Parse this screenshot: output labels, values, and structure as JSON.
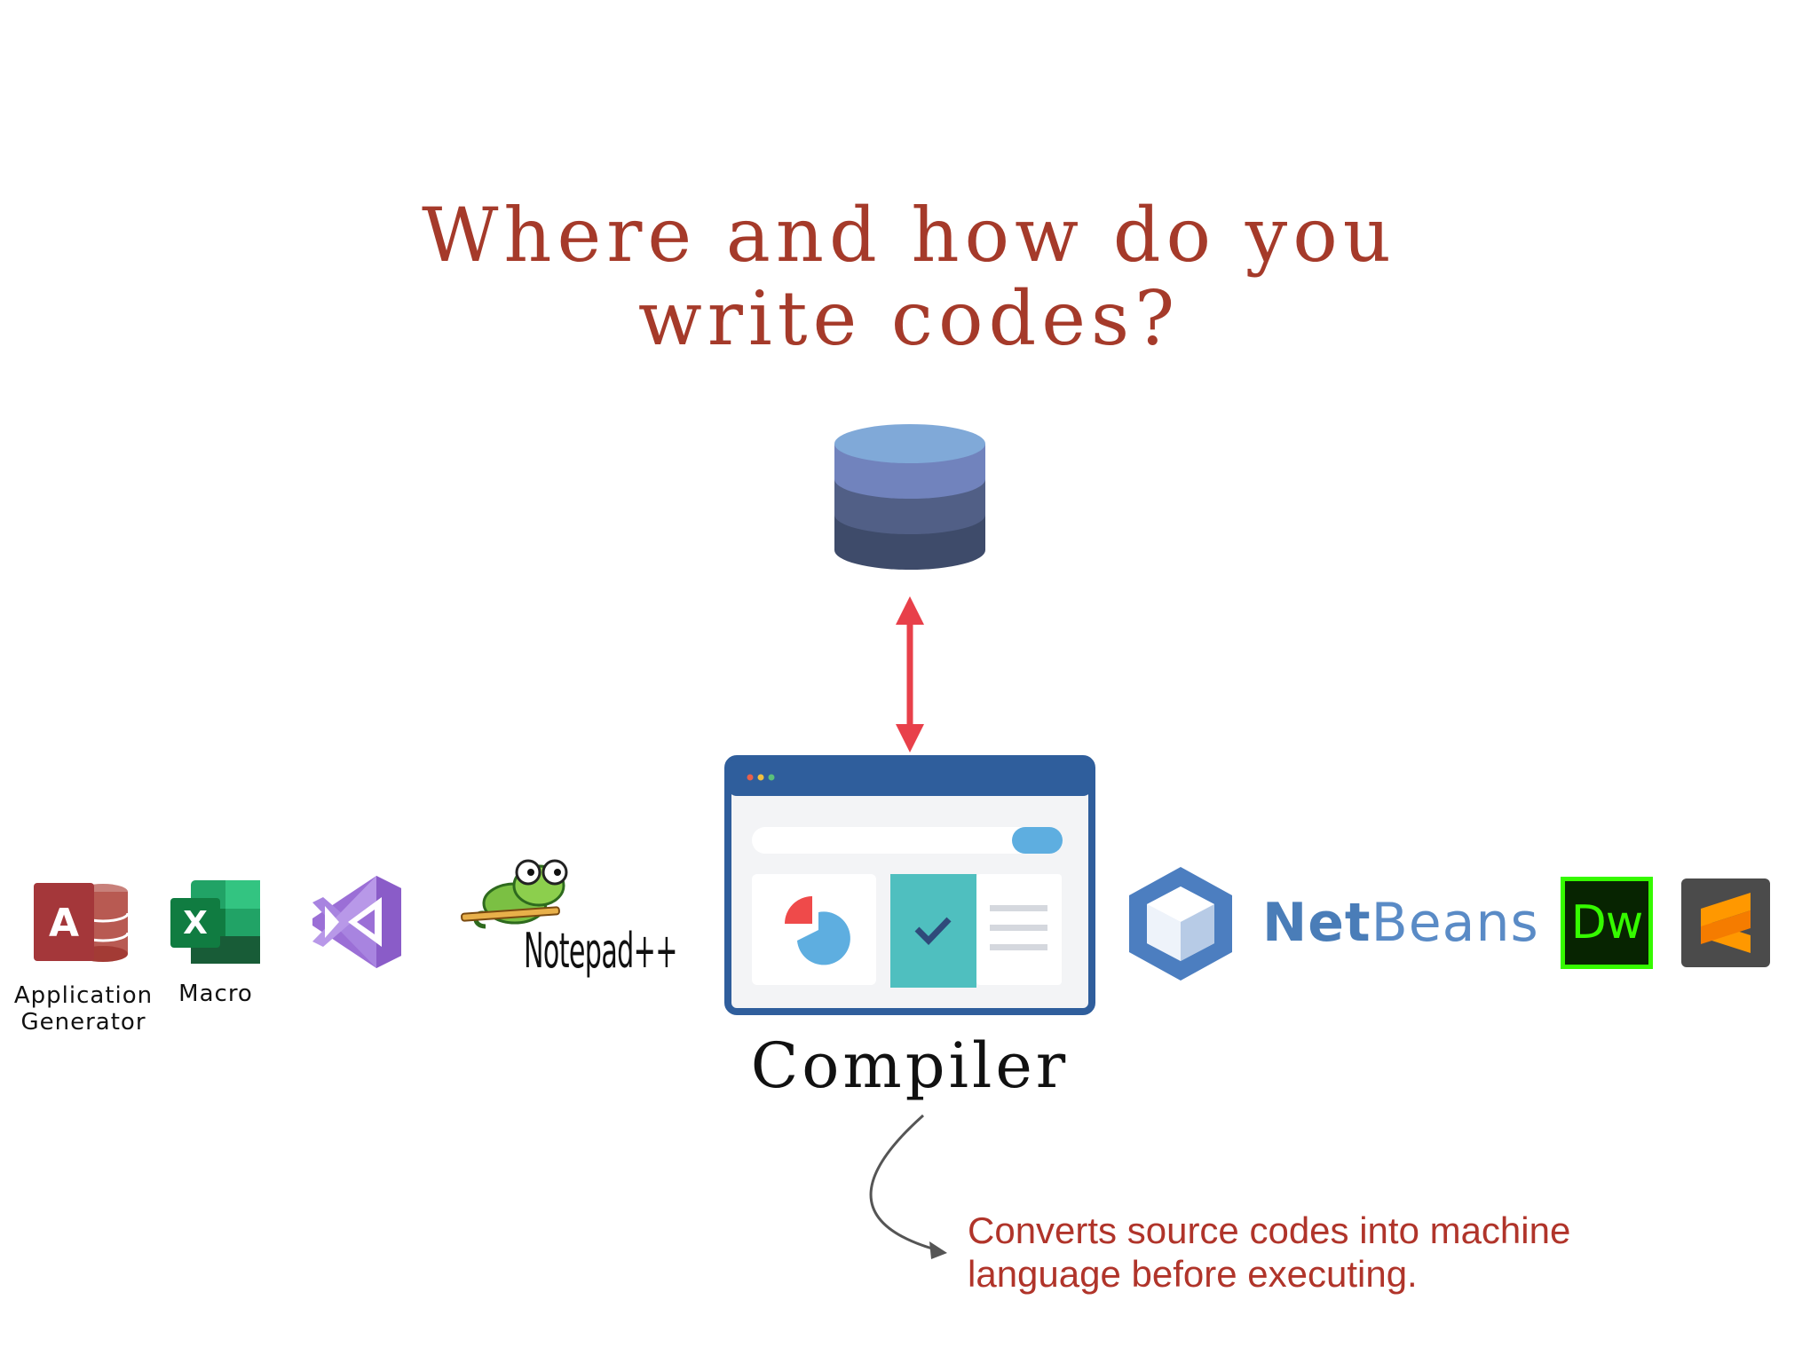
{
  "title": {
    "line1": "Where and how do you",
    "line2": "write codes?"
  },
  "compiler_label": "Compiler",
  "note": {
    "line1": "Converts source codes into machine",
    "line2": "language before executing."
  },
  "left_icons": [
    {
      "name": "access-icon",
      "label_line1": "Application",
      "label_line2": "Generator"
    },
    {
      "name": "excel-icon",
      "label_line1": "Macro"
    },
    {
      "name": "visual-studio-icon"
    },
    {
      "name": "notepad-plus-plus-icon",
      "logo_text": "Notepad++"
    }
  ],
  "right_icons": [
    {
      "name": "netbeans-icon",
      "logo_text_bold": "Net",
      "logo_text_light": "Beans"
    },
    {
      "name": "dreamweaver-icon",
      "logo_text": "Dw"
    },
    {
      "name": "sublime-text-icon"
    }
  ],
  "colors": {
    "title": "#a53a2a",
    "note": "#b0342a",
    "arrow": "#e8404a",
    "db_top": "#7fa7d6",
    "db_mid": "#6f7fba",
    "db_bottom": "#3e4b6a",
    "window_frame": "#2f5e9c"
  }
}
